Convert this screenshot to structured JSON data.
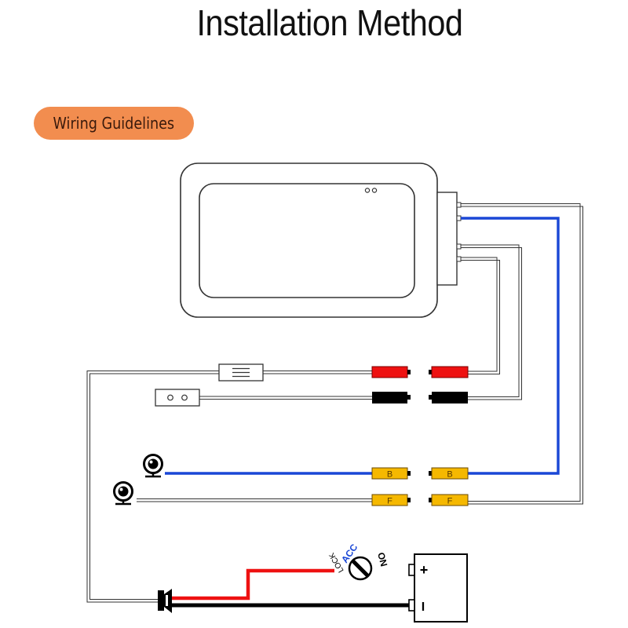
{
  "title": "Installation Method",
  "section_badge": {
    "label": "Wiring Guidelines",
    "color": "#f28d4f"
  },
  "colors": {
    "red_wire": "#ee1111",
    "blue_wire": "#1a47d6",
    "black_wire": "#000000",
    "rca_yellow": "#f5b800",
    "outline": "#333333"
  },
  "components": {
    "main_unit": {
      "name": "monitor",
      "indicator_dots": 2
    },
    "fuse_holder": {
      "name": "inline-fuse"
    },
    "power_plug": {
      "name": "two-pin-socket"
    },
    "power_connectors": [
      {
        "color": "red",
        "label": ""
      },
      {
        "color": "black",
        "label": ""
      }
    ],
    "rca_connectors": [
      {
        "label": "B",
        "camera": "rear camera"
      },
      {
        "label": "F",
        "camera": "front camera"
      }
    ],
    "ignition_switch": {
      "positions": [
        "ACC",
        "ON",
        "LOCK"
      ]
    },
    "battery": {
      "positive": "+",
      "negative": "I"
    },
    "ground_terminal": {
      "name": "ground-lug"
    }
  }
}
